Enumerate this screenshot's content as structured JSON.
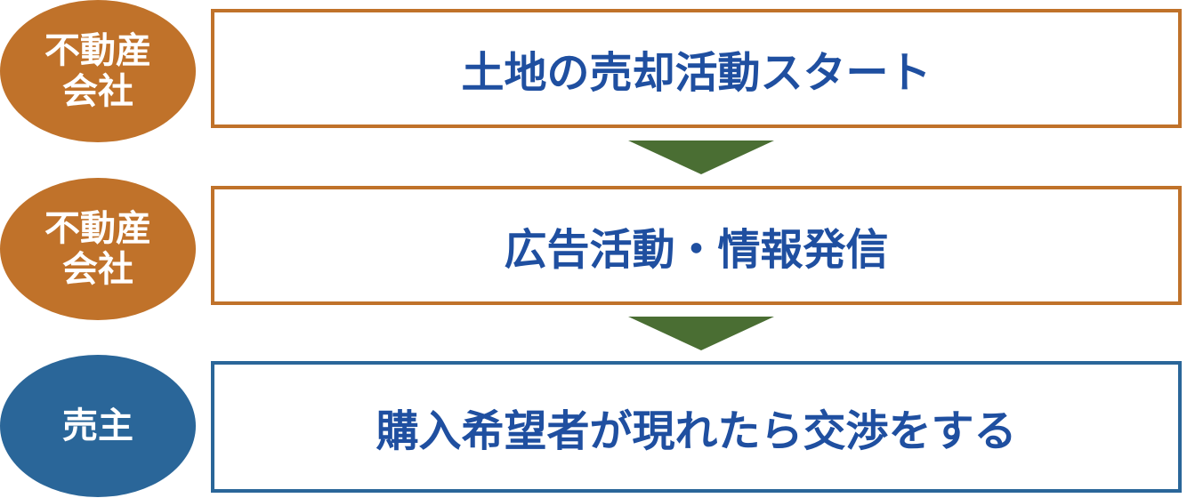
{
  "flow": [
    {
      "actor": "不動産\n会社",
      "step": "土地の売却活動スタート"
    },
    {
      "actor": "不動産\n会社",
      "step": "広告活動・情報発信"
    },
    {
      "actor": "売主",
      "step": "購入希望者が現れたら交渉をする"
    }
  ],
  "colors": {
    "agent": "#c0722a",
    "seller": "#2a6699",
    "step_text": "#1f4fa0",
    "arrow": "#4a6e33"
  }
}
